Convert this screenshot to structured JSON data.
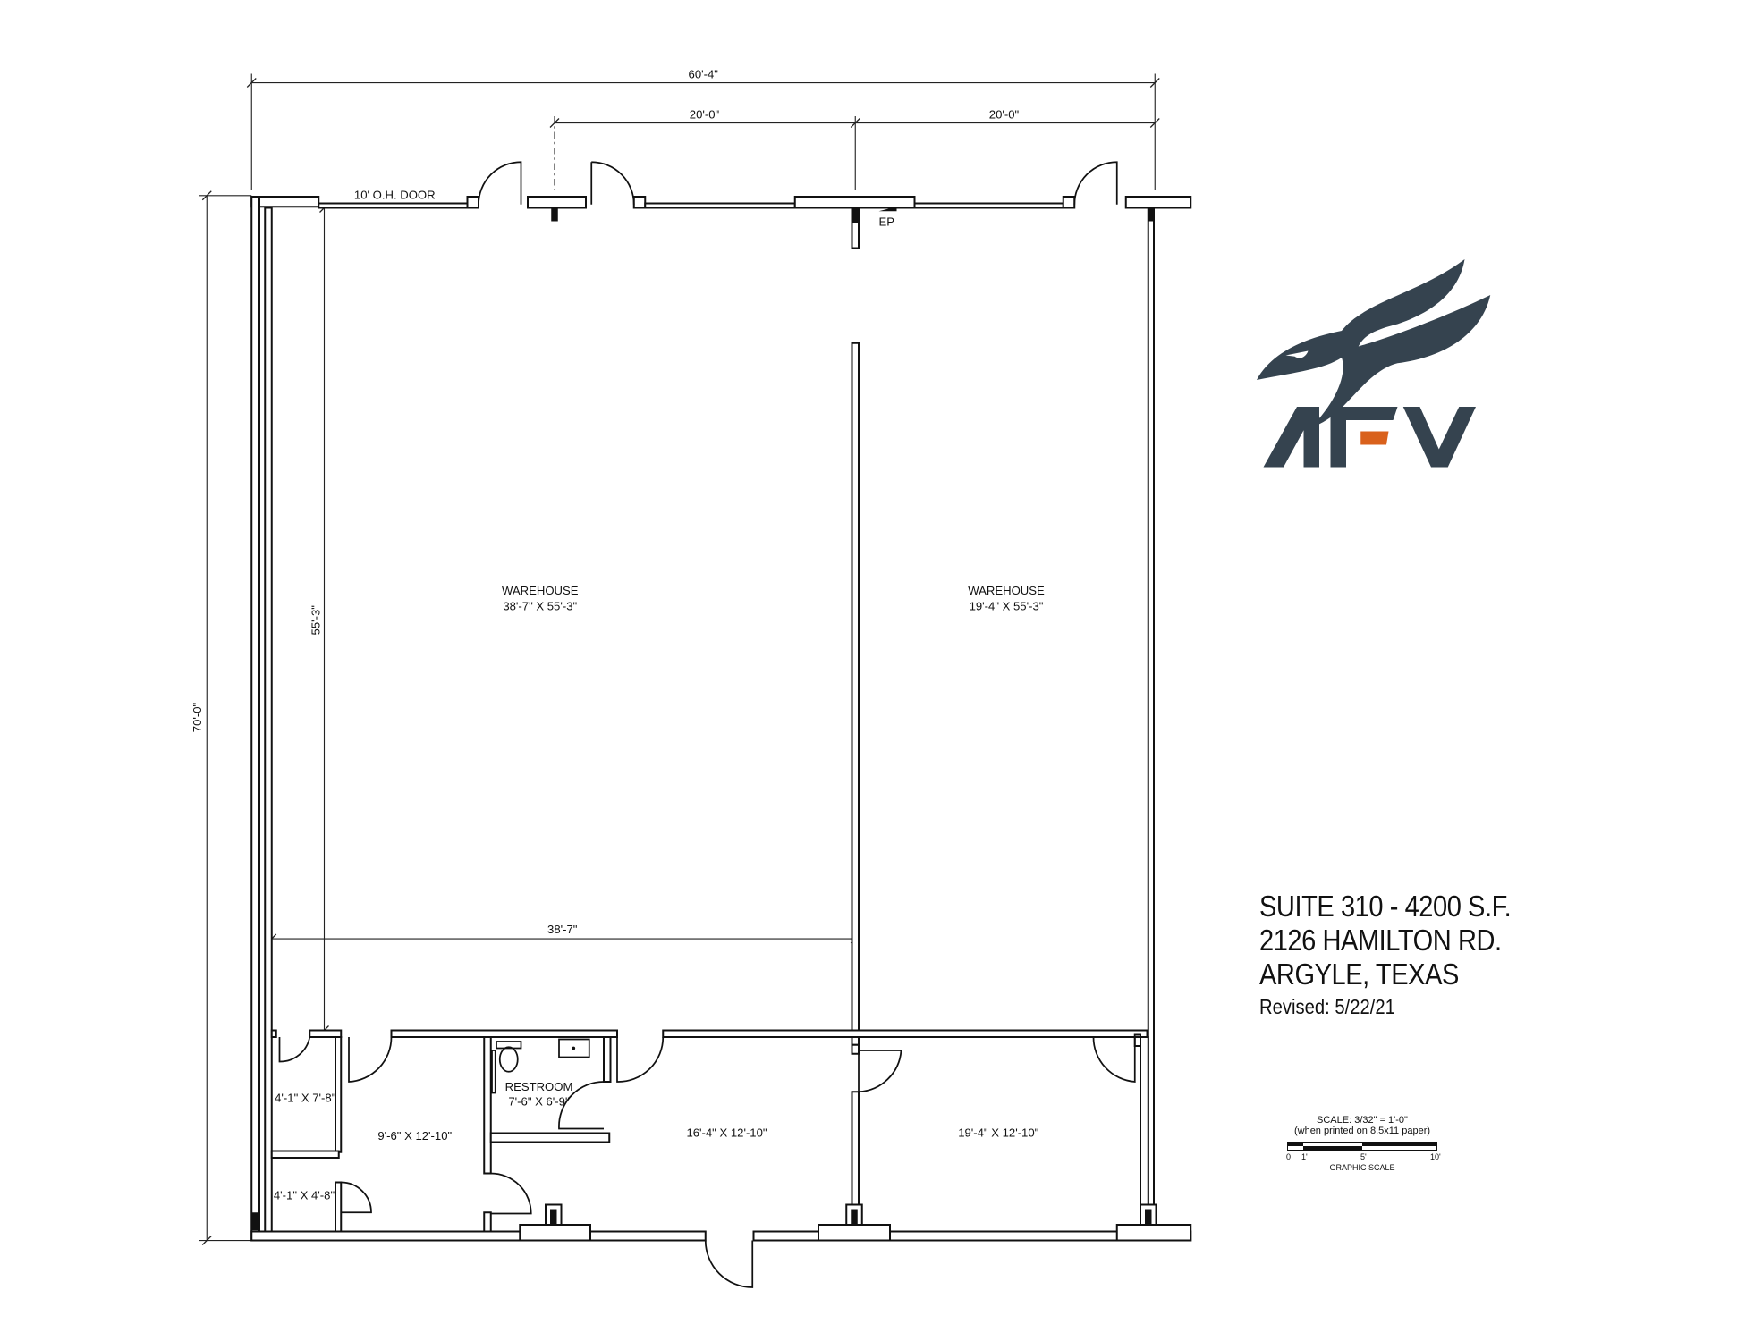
{
  "plan": {
    "dimensions": {
      "overall_width": "60'-4\"",
      "bay_left": "20'-0\"",
      "bay_right": "20'-0\"",
      "overall_depth": "70'-0\"",
      "warehouse_depth": "55'-3\"",
      "warehouse_width": "38'-7\""
    },
    "annotations": {
      "oh_door": "10' O.H. DOOR",
      "ep": "EP"
    },
    "rooms": [
      {
        "name": "WAREHOUSE",
        "size": "38'-7\" X 55'-3\""
      },
      {
        "name": "WAREHOUSE",
        "size": "19'-4\" X 55'-3\""
      },
      {
        "name": "RESTROOM",
        "size": "7'-6\" X 6'-9\""
      },
      {
        "size": "4'-1\" X 7'-8\""
      },
      {
        "size": "4'-1\" X 4'-8\""
      },
      {
        "size": "9'-6\" X 12'-10\""
      },
      {
        "size": "16'-4\" X 12'-10\""
      },
      {
        "size": "19'-4\" X 12'-10\""
      }
    ]
  },
  "logo": {
    "text": "AFV",
    "primary_color": "#35434f",
    "accent_color": "#d9611c"
  },
  "info": {
    "line1": "SUITE 310 - 4200 S.F.",
    "line2": "2126 HAMILTON RD.",
    "line3": "ARGYLE, TEXAS",
    "revised": "Revised: 5/22/21"
  },
  "scale": {
    "title": "SCALE: 3/32\" = 1'-0\"",
    "note": "(when printed on 8.5x11 paper)",
    "ticks": [
      "0",
      "1'",
      "5'",
      "10'"
    ],
    "caption": "GRAPHIC SCALE"
  }
}
